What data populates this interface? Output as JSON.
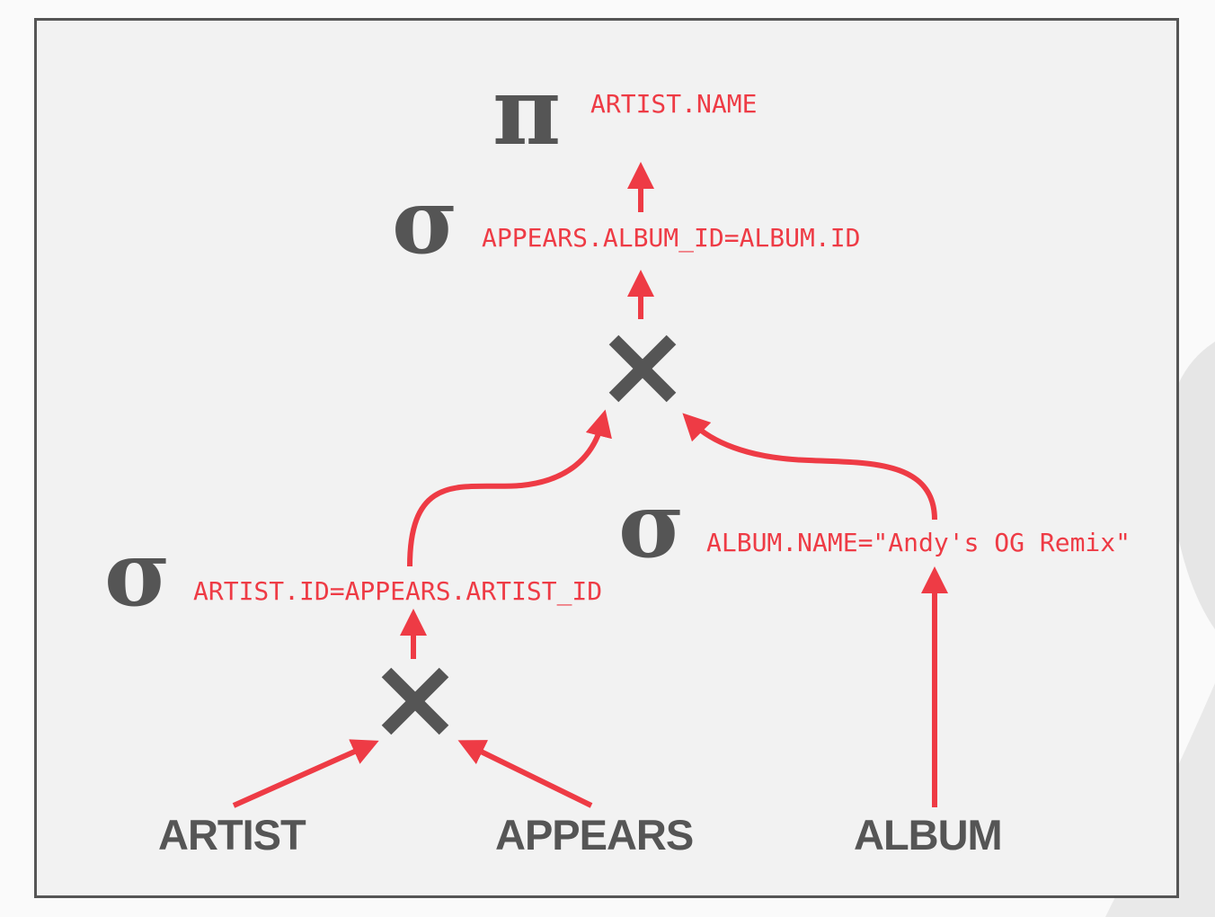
{
  "colors": {
    "operator": "#555555",
    "predicate": "#ee3b45",
    "arrow": "#ee3b45",
    "frame_border": "#555555",
    "frame_fill": "#f2f2f2"
  },
  "projection": {
    "symbol": "π",
    "predicate": "ARTIST.NAME"
  },
  "select_join_album": {
    "symbol": "σ",
    "predicate": "APPEARS.ALBUM_ID=ALBUM.ID"
  },
  "select_artist_join": {
    "symbol": "σ",
    "predicate": "ARTIST.ID=APPEARS.ARTIST_ID"
  },
  "select_album_name": {
    "symbol": "σ",
    "predicate": "ALBUM.NAME=\"Andy's OG Remix\""
  },
  "relations": {
    "artist": "ARTIST",
    "appears": "APPEARS",
    "album": "ALBUM"
  }
}
